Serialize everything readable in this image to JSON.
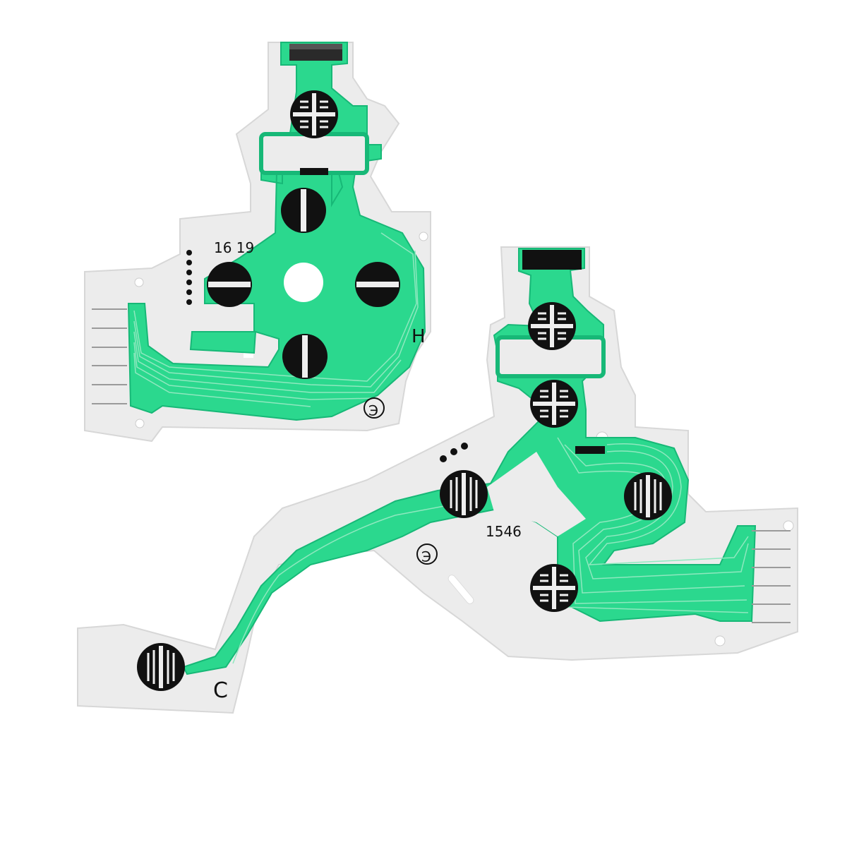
{
  "colors": {
    "background": "#ffffff",
    "film": "#ebebeb",
    "film_edge": "#d6d6d6",
    "trace": "#2bd88e",
    "trace_dark": "#0fa868",
    "pad": "#111111",
    "tab": "#1a1a1a"
  },
  "left_board": {
    "code_label": "16 19",
    "side_letter": "H",
    "logo_glyph": "℈"
  },
  "right_board": {
    "code_label": "1546",
    "side_letter": "C",
    "logo_glyph": "℈"
  }
}
